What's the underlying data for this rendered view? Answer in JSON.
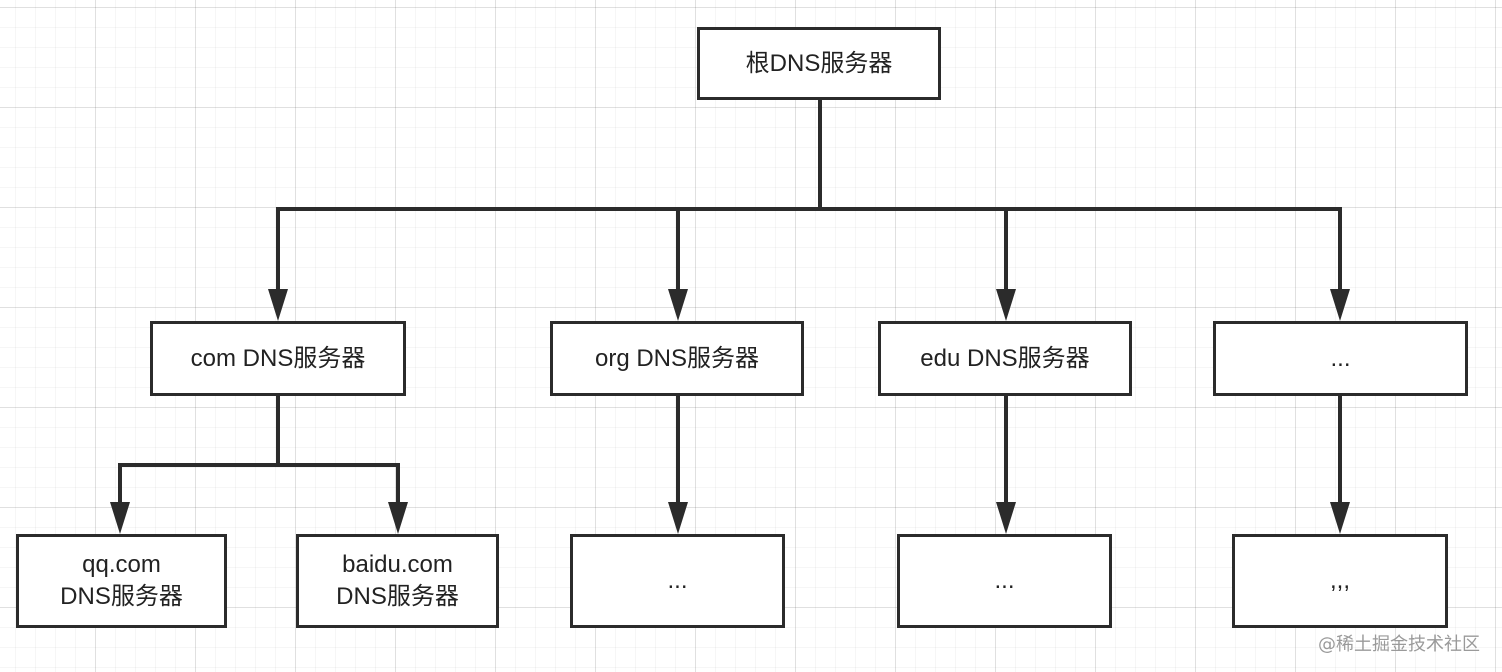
{
  "diagram": {
    "root": {
      "label": "根DNS服务器"
    },
    "tld": [
      {
        "id": "com",
        "label": "com DNS服务器"
      },
      {
        "id": "org",
        "label": "org DNS服务器"
      },
      {
        "id": "edu",
        "label": "edu DNS服务器"
      },
      {
        "id": "more",
        "label": "..."
      }
    ],
    "leaves": [
      {
        "id": "qq",
        "line1": "qq.com",
        "line2": "DNS服务器"
      },
      {
        "id": "baidu",
        "line1": "baidu.com",
        "line2": "DNS服务器"
      },
      {
        "id": "org-child",
        "label": "..."
      },
      {
        "id": "edu-child",
        "label": "..."
      },
      {
        "id": "more-child",
        "label": ",,,"
      }
    ],
    "edges": [
      [
        "root",
        "com"
      ],
      [
        "root",
        "org"
      ],
      [
        "root",
        "edu"
      ],
      [
        "root",
        "more"
      ],
      [
        "com",
        "qq"
      ],
      [
        "com",
        "baidu"
      ],
      [
        "org",
        "org-child"
      ],
      [
        "edu",
        "edu-child"
      ],
      [
        "more",
        "more-child"
      ]
    ]
  },
  "watermark": "@稀土掘金技术社区",
  "colors": {
    "stroke": "#2b2b2b",
    "box_fill": "#ffffff",
    "grid": "#e6e6e6",
    "watermark": "#9a9a9a"
  }
}
